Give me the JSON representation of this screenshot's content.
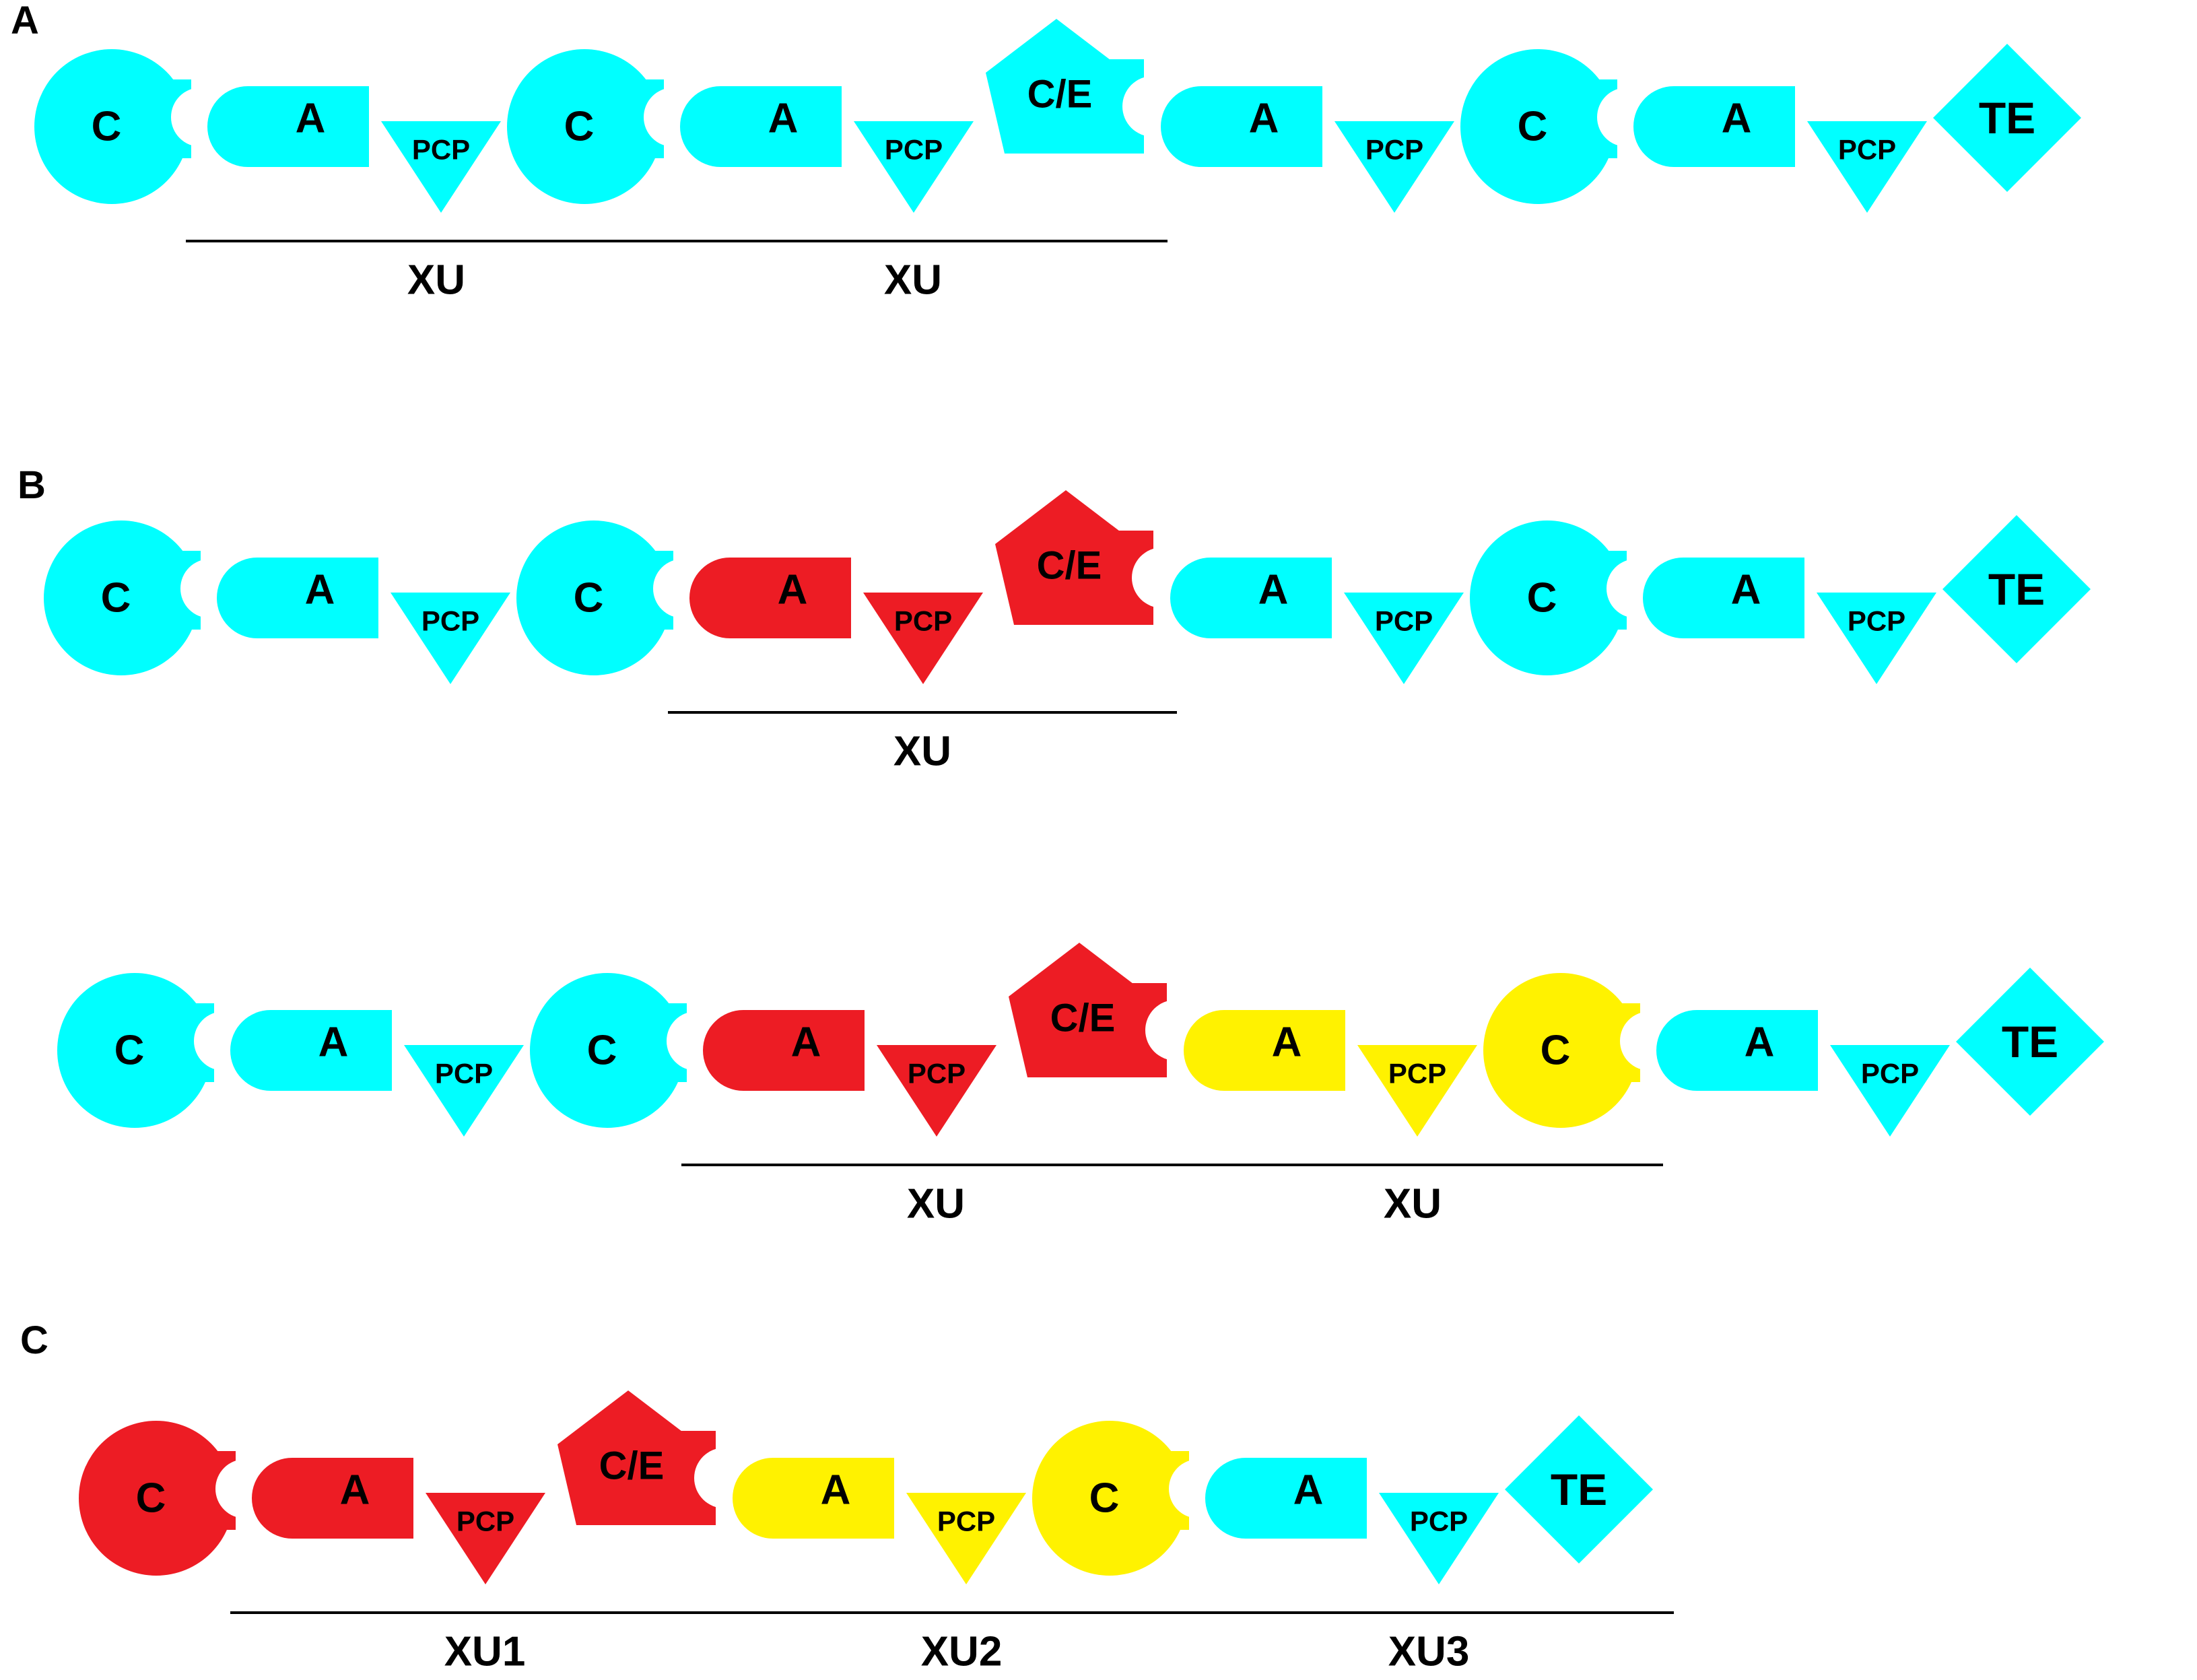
{
  "colors": {
    "cyan": "#00FFFF",
    "red": "#ED1C24",
    "yellow": "#FFF200",
    "label": "#000000",
    "line": "#000000",
    "background": "#FFFFFF"
  },
  "panels": [
    {
      "label": "A",
      "rows": [
        {
          "domains": [
            {
              "type": "C",
              "text": "C",
              "color": "cyan"
            },
            {
              "type": "A",
              "text": "A",
              "color": "cyan"
            },
            {
              "type": "PCP",
              "text": "PCP",
              "color": "cyan"
            },
            {
              "type": "C",
              "text": "C",
              "color": "cyan"
            },
            {
              "type": "A",
              "text": "A",
              "color": "cyan"
            },
            {
              "type": "PCP",
              "text": "PCP",
              "color": "cyan"
            },
            {
              "type": "CE",
              "text": "C/E",
              "color": "cyan"
            },
            {
              "type": "A",
              "text": "A",
              "color": "cyan"
            },
            {
              "type": "PCP",
              "text": "PCP",
              "color": "cyan"
            },
            {
              "type": "C",
              "text": "C",
              "color": "cyan"
            },
            {
              "type": "A",
              "text": "A",
              "color": "cyan"
            },
            {
              "type": "PCP",
              "text": "PCP",
              "color": "cyan"
            },
            {
              "type": "TE",
              "text": "TE",
              "color": "cyan"
            }
          ],
          "units": [
            {
              "label": "XU",
              "from": 1,
              "to": 3
            },
            {
              "label": "XU",
              "from": 4,
              "to": 6
            }
          ]
        }
      ]
    },
    {
      "label": "B",
      "rows": [
        {
          "domains": [
            {
              "type": "C",
              "text": "C",
              "color": "cyan"
            },
            {
              "type": "A",
              "text": "A",
              "color": "cyan"
            },
            {
              "type": "PCP",
              "text": "PCP",
              "color": "cyan"
            },
            {
              "type": "C",
              "text": "C",
              "color": "cyan"
            },
            {
              "type": "A",
              "text": "A",
              "color": "red"
            },
            {
              "type": "PCP",
              "text": "PCP",
              "color": "red"
            },
            {
              "type": "CE",
              "text": "C/E",
              "color": "red"
            },
            {
              "type": "A",
              "text": "A",
              "color": "cyan"
            },
            {
              "type": "PCP",
              "text": "PCP",
              "color": "cyan"
            },
            {
              "type": "C",
              "text": "C",
              "color": "cyan"
            },
            {
              "type": "A",
              "text": "A",
              "color": "cyan"
            },
            {
              "type": "PCP",
              "text": "PCP",
              "color": "cyan"
            },
            {
              "type": "TE",
              "text": "TE",
              "color": "cyan"
            }
          ],
          "units": [
            {
              "label": "XU",
              "from": 4,
              "to": 6
            }
          ]
        },
        {
          "domains": [
            {
              "type": "C",
              "text": "C",
              "color": "cyan"
            },
            {
              "type": "A",
              "text": "A",
              "color": "cyan"
            },
            {
              "type": "PCP",
              "text": "PCP",
              "color": "cyan"
            },
            {
              "type": "C",
              "text": "C",
              "color": "cyan"
            },
            {
              "type": "A",
              "text": "A",
              "color": "red"
            },
            {
              "type": "PCP",
              "text": "PCP",
              "color": "red"
            },
            {
              "type": "CE",
              "text": "C/E",
              "color": "red"
            },
            {
              "type": "A",
              "text": "A",
              "color": "yellow"
            },
            {
              "type": "PCP",
              "text": "PCP",
              "color": "yellow"
            },
            {
              "type": "C",
              "text": "C",
              "color": "yellow"
            },
            {
              "type": "A",
              "text": "A",
              "color": "cyan"
            },
            {
              "type": "PCP",
              "text": "PCP",
              "color": "cyan"
            },
            {
              "type": "TE",
              "text": "TE",
              "color": "cyan"
            }
          ],
          "units": [
            {
              "label": "XU",
              "from": 4,
              "to": 6
            },
            {
              "label": "XU",
              "from": 7,
              "to": 9
            }
          ]
        }
      ]
    },
    {
      "label": "C",
      "rows": [
        {
          "domains": [
            {
              "type": "C",
              "text": "C",
              "color": "red"
            },
            {
              "type": "A",
              "text": "A",
              "color": "red"
            },
            {
              "type": "PCP",
              "text": "PCP",
              "color": "red"
            },
            {
              "type": "CE",
              "text": "C/E",
              "color": "red"
            },
            {
              "type": "A",
              "text": "A",
              "color": "yellow"
            },
            {
              "type": "PCP",
              "text": "PCP",
              "color": "yellow"
            },
            {
              "type": "C",
              "text": "C",
              "color": "yellow"
            },
            {
              "type": "A",
              "text": "A",
              "color": "cyan"
            },
            {
              "type": "PCP",
              "text": "PCP",
              "color": "cyan"
            },
            {
              "type": "TE",
              "text": "TE",
              "color": "cyan"
            }
          ],
          "units": [
            {
              "label": "XU1",
              "from": 1,
              "to": 3
            },
            {
              "label": "XU2",
              "from": 4,
              "to": 6
            },
            {
              "label": "XU3",
              "from": 7,
              "to": 9
            }
          ]
        }
      ]
    }
  ]
}
